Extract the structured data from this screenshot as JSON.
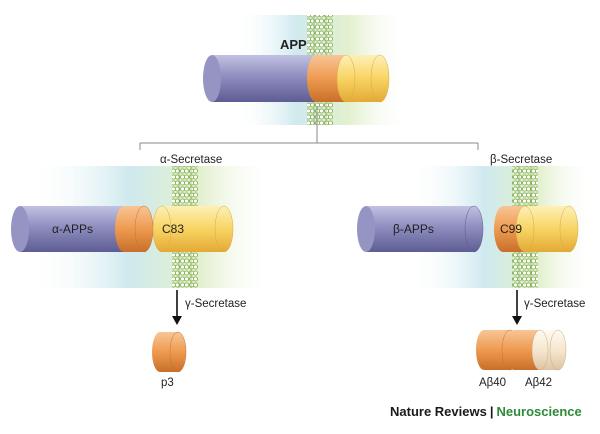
{
  "diagram": {
    "top": {
      "label": "APP"
    },
    "alpha_branch": {
      "enzyme": "α-Secretase",
      "fragment_left": "α-APPs",
      "fragment_right": "C83",
      "gamma": "γ-Secretase",
      "product": "p3"
    },
    "beta_branch": {
      "enzyme": "β-Secretase",
      "fragment_left": "β-APPs",
      "fragment_right": "C99",
      "gamma": "γ-Secretase",
      "product_1": "Aβ40",
      "product_2": "Aβ42"
    }
  },
  "credit": {
    "journal": "Nature Reviews",
    "separator": "|",
    "subject": "Neuroscience"
  },
  "colors": {
    "lavender": "#8a89bd",
    "orange": "#ef9b52",
    "yellow": "#f8d25c",
    "cream": "#f6e7cf",
    "membrane": "#a8c76a",
    "extracellular_bg": "#cfe9ef",
    "intracellular_bg": "#e3f0cf",
    "credit_subject": "#2e8b3a"
  }
}
